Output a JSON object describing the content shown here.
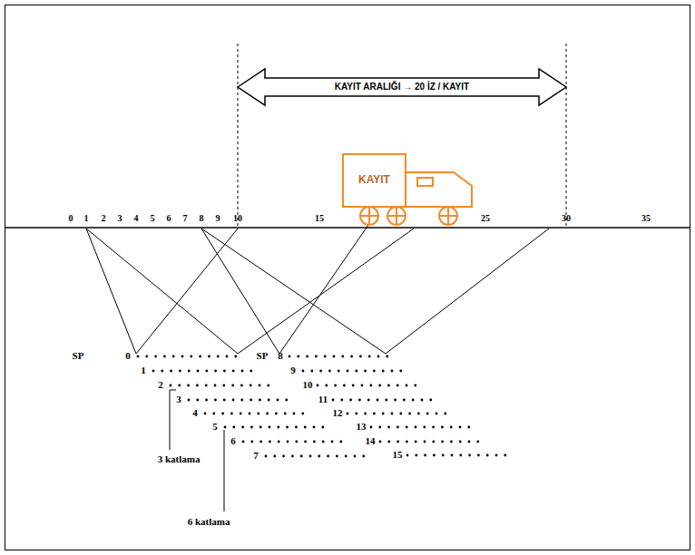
{
  "diagram": {
    "nodes": [
      {
        "text": [
          "KAYIT"
        ]
      }
    ],
    "labels": [
      "KAYIT ARALIĞI → 20 İZ / KAYIT",
      "0",
      "1",
      "2",
      "3",
      "4",
      "5",
      "6",
      "7",
      "8",
      "9",
      "10",
      "15",
      "25",
      "30",
      "35",
      "SP",
      "0",
      "SP",
      "8",
      "1",
      "2",
      "3",
      "4",
      "5",
      "6",
      "7",
      "9",
      "10",
      "11",
      "12",
      "13",
      "14",
      "15",
      "3 katlama",
      "6 katlama"
    ]
  }
}
